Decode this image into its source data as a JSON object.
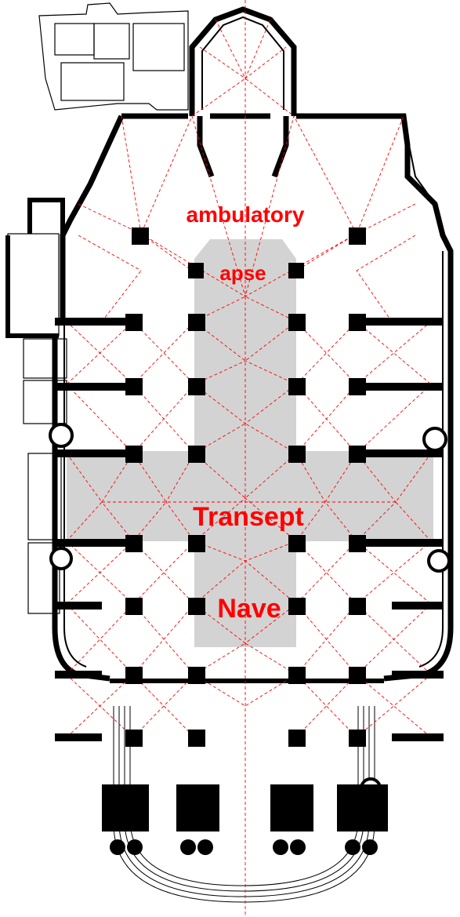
{
  "labels": {
    "ambulatory": "ambulatory",
    "apse": "apse",
    "transept": "Transept",
    "nave": "Nave"
  },
  "colors": {
    "wall": "#000000",
    "rib": "#ff0000",
    "highlight": "#d3d3d3",
    "label": "#ff0000",
    "background": "#ffffff"
  }
}
